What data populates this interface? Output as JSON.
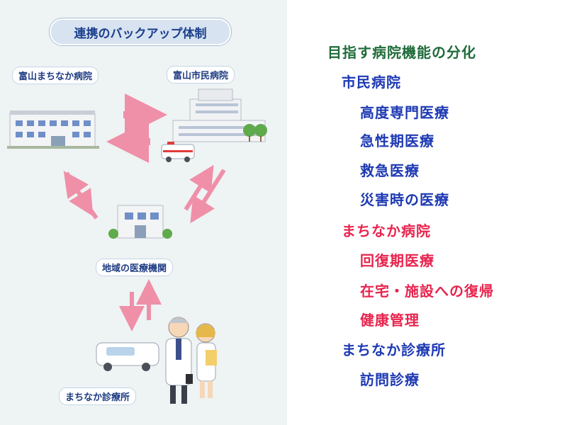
{
  "diagram": {
    "title": "連携のバックアップ体制",
    "labels": {
      "machinaka_hospital": "富山まちなか病院",
      "civic_hospital": "富山市民病院",
      "local_clinics": "地域の医療機関",
      "machinaka_clinic": "まちなか診療所"
    }
  },
  "functions": {
    "heading": "目指す病院機能の分化",
    "groups": [
      {
        "name": "市民病院",
        "color": "#1d39b3",
        "items": [
          "高度専門医療",
          "急性期医療",
          "救急医療",
          "災害時の医療"
        ]
      },
      {
        "name": "まちなか病院",
        "color": "#e8244e",
        "items": [
          "回復期医療",
          "在宅・施設への復帰",
          "健康管理"
        ]
      },
      {
        "name": "まちなか診療所",
        "color": "#1d39b3",
        "items": [
          "訪問診療"
        ]
      }
    ]
  }
}
